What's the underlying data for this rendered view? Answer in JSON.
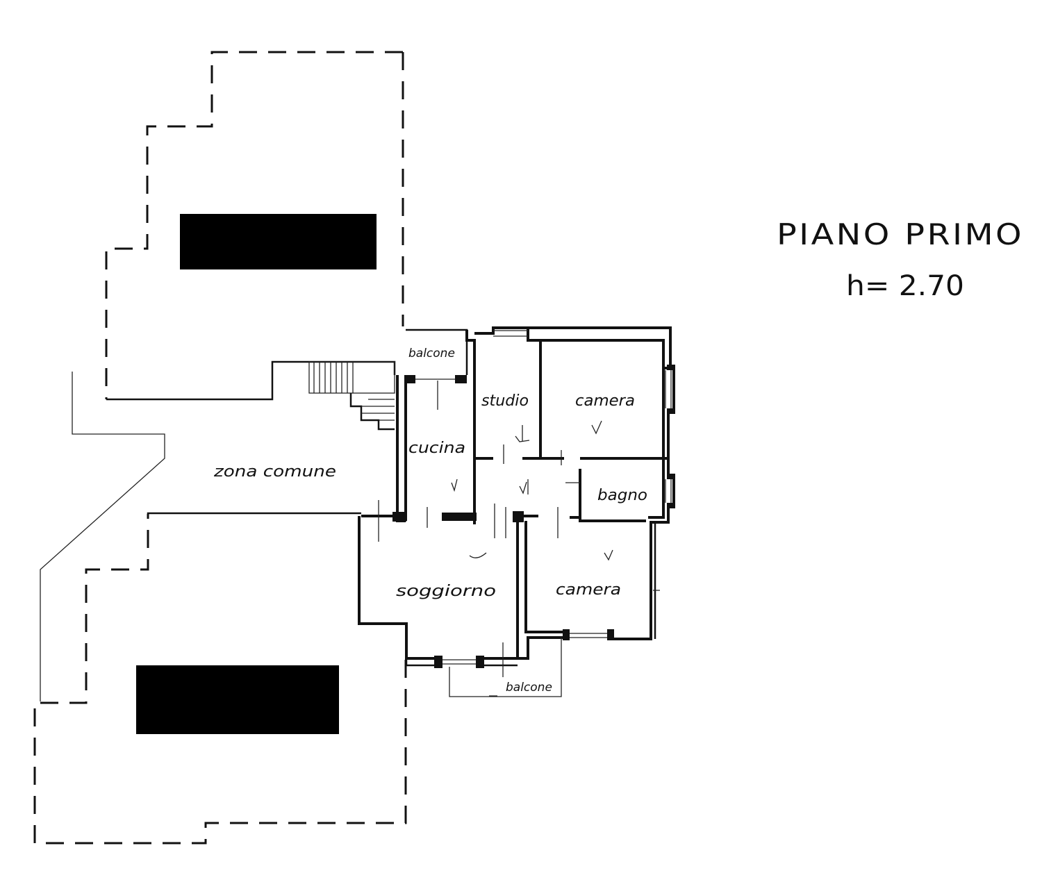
{
  "title": "PIANO PRIMO",
  "height_note": "h= 2.70",
  "rooms": {
    "balcone_top": "balcone",
    "studio": "studio",
    "camera_top": "camera",
    "cucina": "cucina",
    "zona_comune": "zona comune",
    "bagno": "bagno",
    "soggiorno": "soggiorno",
    "camera_bottom": "camera",
    "balcone_bottom": "balcone"
  }
}
